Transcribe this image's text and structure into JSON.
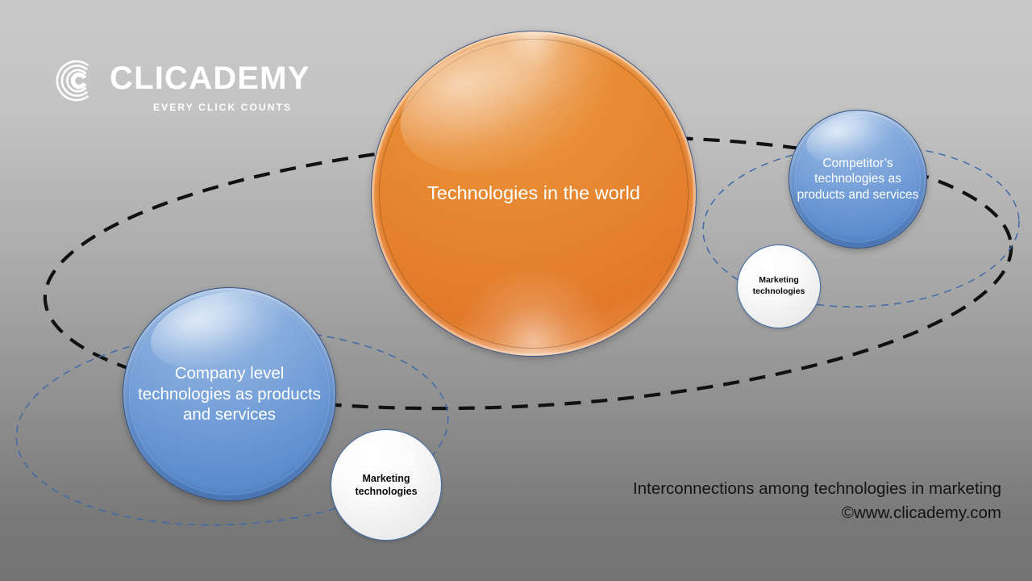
{
  "slide": {
    "background_top_color": "#c8c8c8",
    "background_bottom_color": "#737373"
  },
  "logo": {
    "mark_name": "clicademy-concentric-c-logo",
    "name": "CLICADEMY",
    "tagline": "EVERY CLICK COUNTS",
    "color": "#ffffff"
  },
  "nodes": {
    "world": {
      "label": "Technologies in the world",
      "color": "#e2792a",
      "text_color": "#ffffff"
    },
    "company": {
      "label": "Company level technologies as products and services",
      "color": "#5183c8",
      "text_color": "#ffffff"
    },
    "competitor": {
      "label": "Competitor’s technologies as products and services",
      "color": "#5183c8",
      "text_color": "#ffffff"
    },
    "marketing_left": {
      "label": "Marketing technologies",
      "color": "#ececec",
      "text_color": "#0b0b0b"
    },
    "marketing_right": {
      "label": "Marketing technologies",
      "color": "#ececec",
      "text_color": "#0b0b0b"
    }
  },
  "ellipses": {
    "outer": {
      "name": "outer-dashed-ellipse",
      "color": "#111111",
      "style": "dashed"
    },
    "left": {
      "name": "left-dashed-ellipse",
      "color": "#3f6aa8",
      "style": "dashed"
    },
    "right": {
      "name": "right-dashed-ellipse",
      "color": "#3f6aa8",
      "style": "dashed"
    }
  },
  "caption": {
    "line1": "Interconnections among technologies in marketing",
    "line2": "©www.clicademy.com",
    "color": "#141414"
  }
}
